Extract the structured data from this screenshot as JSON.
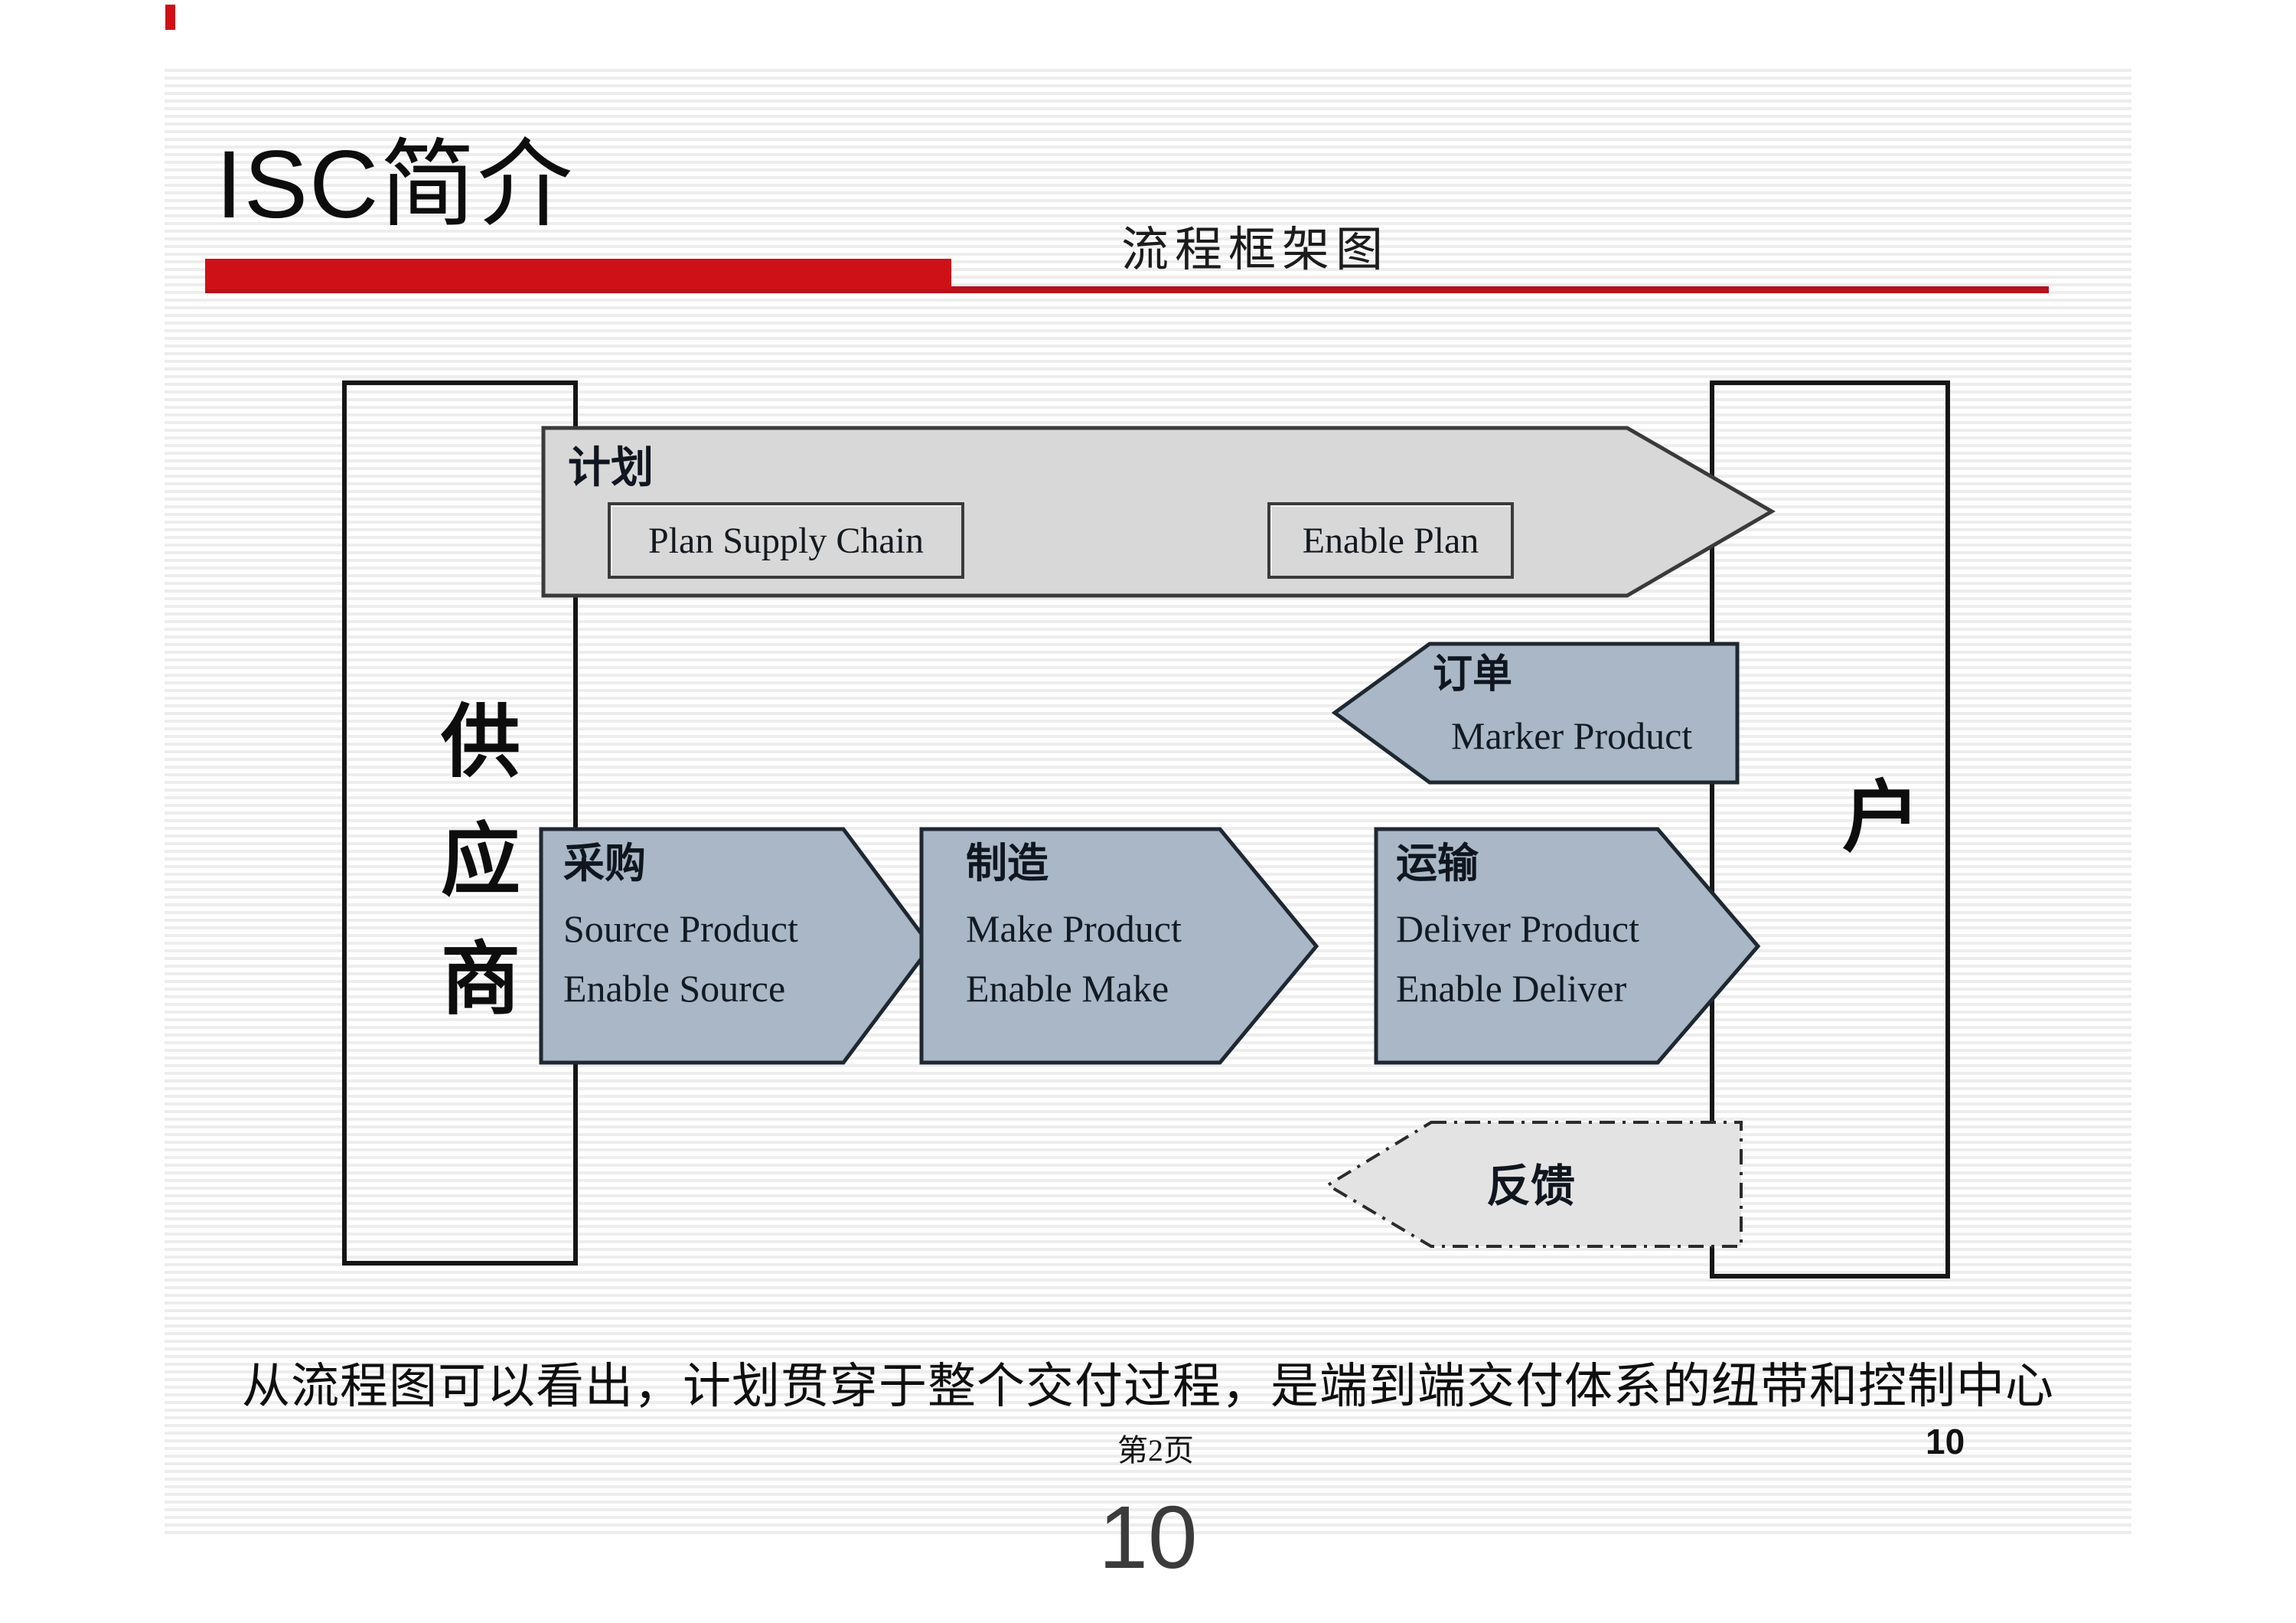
{
  "slide": {
    "title": "ISC简介",
    "subtitle": "流程框架图",
    "caption": "从流程图可以看出，计划贯穿于整个交付过程，是端到端交付体系的纽带和控制中心",
    "footer_page_label": "第2页",
    "footer_page_number": "10",
    "bottom_page_number": "10",
    "accent_color": "#ce1117"
  },
  "diagram": {
    "supplier_label": "供应商",
    "customer_label": "户",
    "plan_arrow": {
      "label": "计划",
      "box1_label": "Plan Supply Chain",
      "box2_label": "Enable Plan",
      "fill": "#d8d8d8",
      "stroke": "#3a3a3a"
    },
    "order_arrow": {
      "label": "订单",
      "text": "Marker Product",
      "fill": "#a9b7c6",
      "stroke": "#1f2731"
    },
    "source_arrow": {
      "label": "采购",
      "line1": "Source Product",
      "line2": "Enable Source",
      "fill": "#a9b7c6",
      "stroke": "#1f2731"
    },
    "make_arrow": {
      "label": "制造",
      "line1": "Make Product",
      "line2": "Enable Make",
      "fill": "#a9b7c6",
      "stroke": "#1f2731"
    },
    "deliver_arrow": {
      "label": "运输",
      "line1": "Deliver Product",
      "line2": "Enable Deliver",
      "fill": "#a9b7c6",
      "stroke": "#1f2731"
    },
    "feedback_arrow": {
      "label": "反馈",
      "fill": "#e3e3e3",
      "stroke": "#2b2b2b"
    },
    "box_stroke": "#161616"
  }
}
